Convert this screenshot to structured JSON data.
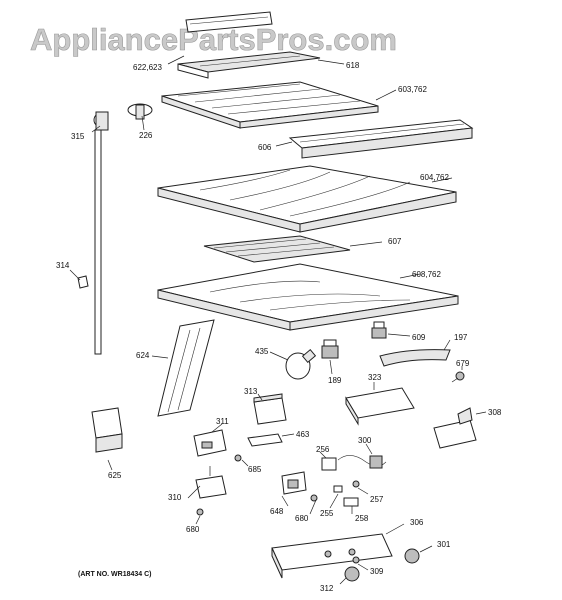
{
  "watermark": "AppliancePartsPros.com",
  "art_number": "(ART NO. WR18434 C)",
  "callouts": {
    "c622_623": "622,623",
    "c618": "618",
    "c603_762": "603,762",
    "c315": "315",
    "c226": "226",
    "c606": "606",
    "c604_762": "604,762",
    "c607": "607",
    "c314": "314",
    "c608_762": "608,762",
    "c609": "609",
    "c197": "197",
    "c624": "624",
    "c435": "435",
    "c189": "189",
    "c679": "679",
    "c313": "313",
    "c323": "323",
    "c308": "308",
    "c311": "311",
    "c463": "463",
    "c625": "625",
    "c685": "685",
    "c300": "300",
    "c256": "256",
    "c310": "310",
    "c257": "257",
    "c648": "648",
    "c680a": "680",
    "c255": "255",
    "c258": "258",
    "c306": "306",
    "c680b": "680",
    "c301": "301",
    "c309": "309",
    "c312": "312"
  }
}
